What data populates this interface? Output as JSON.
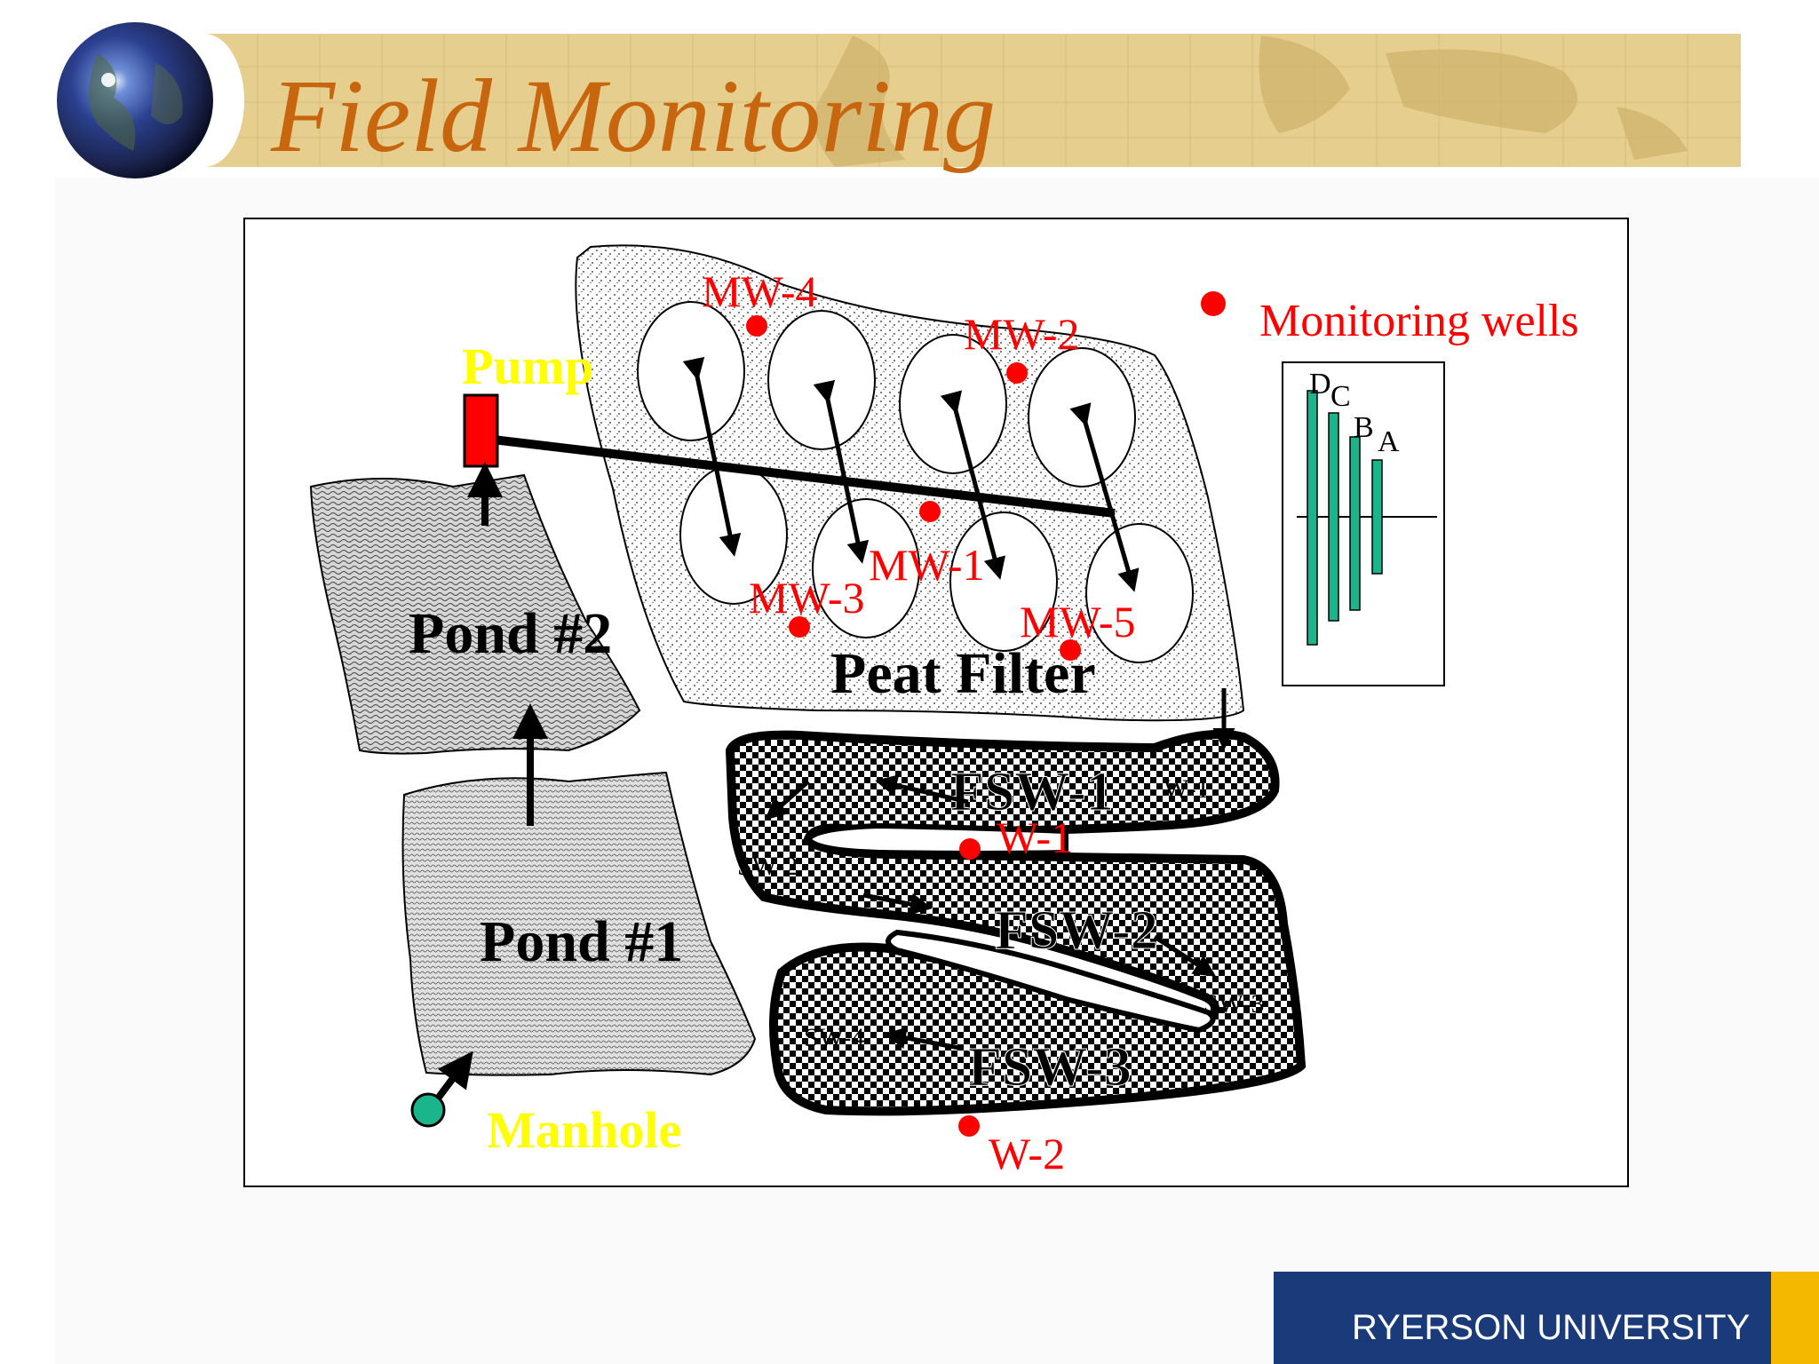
{
  "slide": {
    "title": "Field Monitoring",
    "logo_text": "RYERSON UNIVERSITY"
  },
  "legend": {
    "monitoring_wells": "Monitoring wells",
    "depth_labels": [
      "D",
      "C",
      "B",
      "A"
    ]
  },
  "diagram": {
    "pump": "Pump",
    "pond2": "Pond #2",
    "pond1": "Pond #1",
    "manhole": "Manhole",
    "peat_filter": "Peat Filter",
    "wells": {
      "mw4": "MW-4",
      "mw2": "MW-2",
      "mw1": "MW-1",
      "mw3": "MW-3",
      "mw5": "MW-5",
      "w1": "W-1",
      "w2": "W-2"
    },
    "wetlands": {
      "fsw1": "FSW-1",
      "fsw2": "FSW-2",
      "fsw3": "FSW-3"
    },
    "sample_points": {
      "sw1": "W-1",
      "sw2": "SW-2",
      "sw3": "SW-3",
      "sw4": "SW-4"
    }
  },
  "colors": {
    "title": "#c8660f",
    "banner": "#e6cf8e",
    "well_marker": "#ff0000",
    "yellow_label": "#ffff00",
    "legend_bar": "#1ab58a",
    "logo_bg": "#1a3a7a",
    "logo_accent": "#f5b800"
  }
}
